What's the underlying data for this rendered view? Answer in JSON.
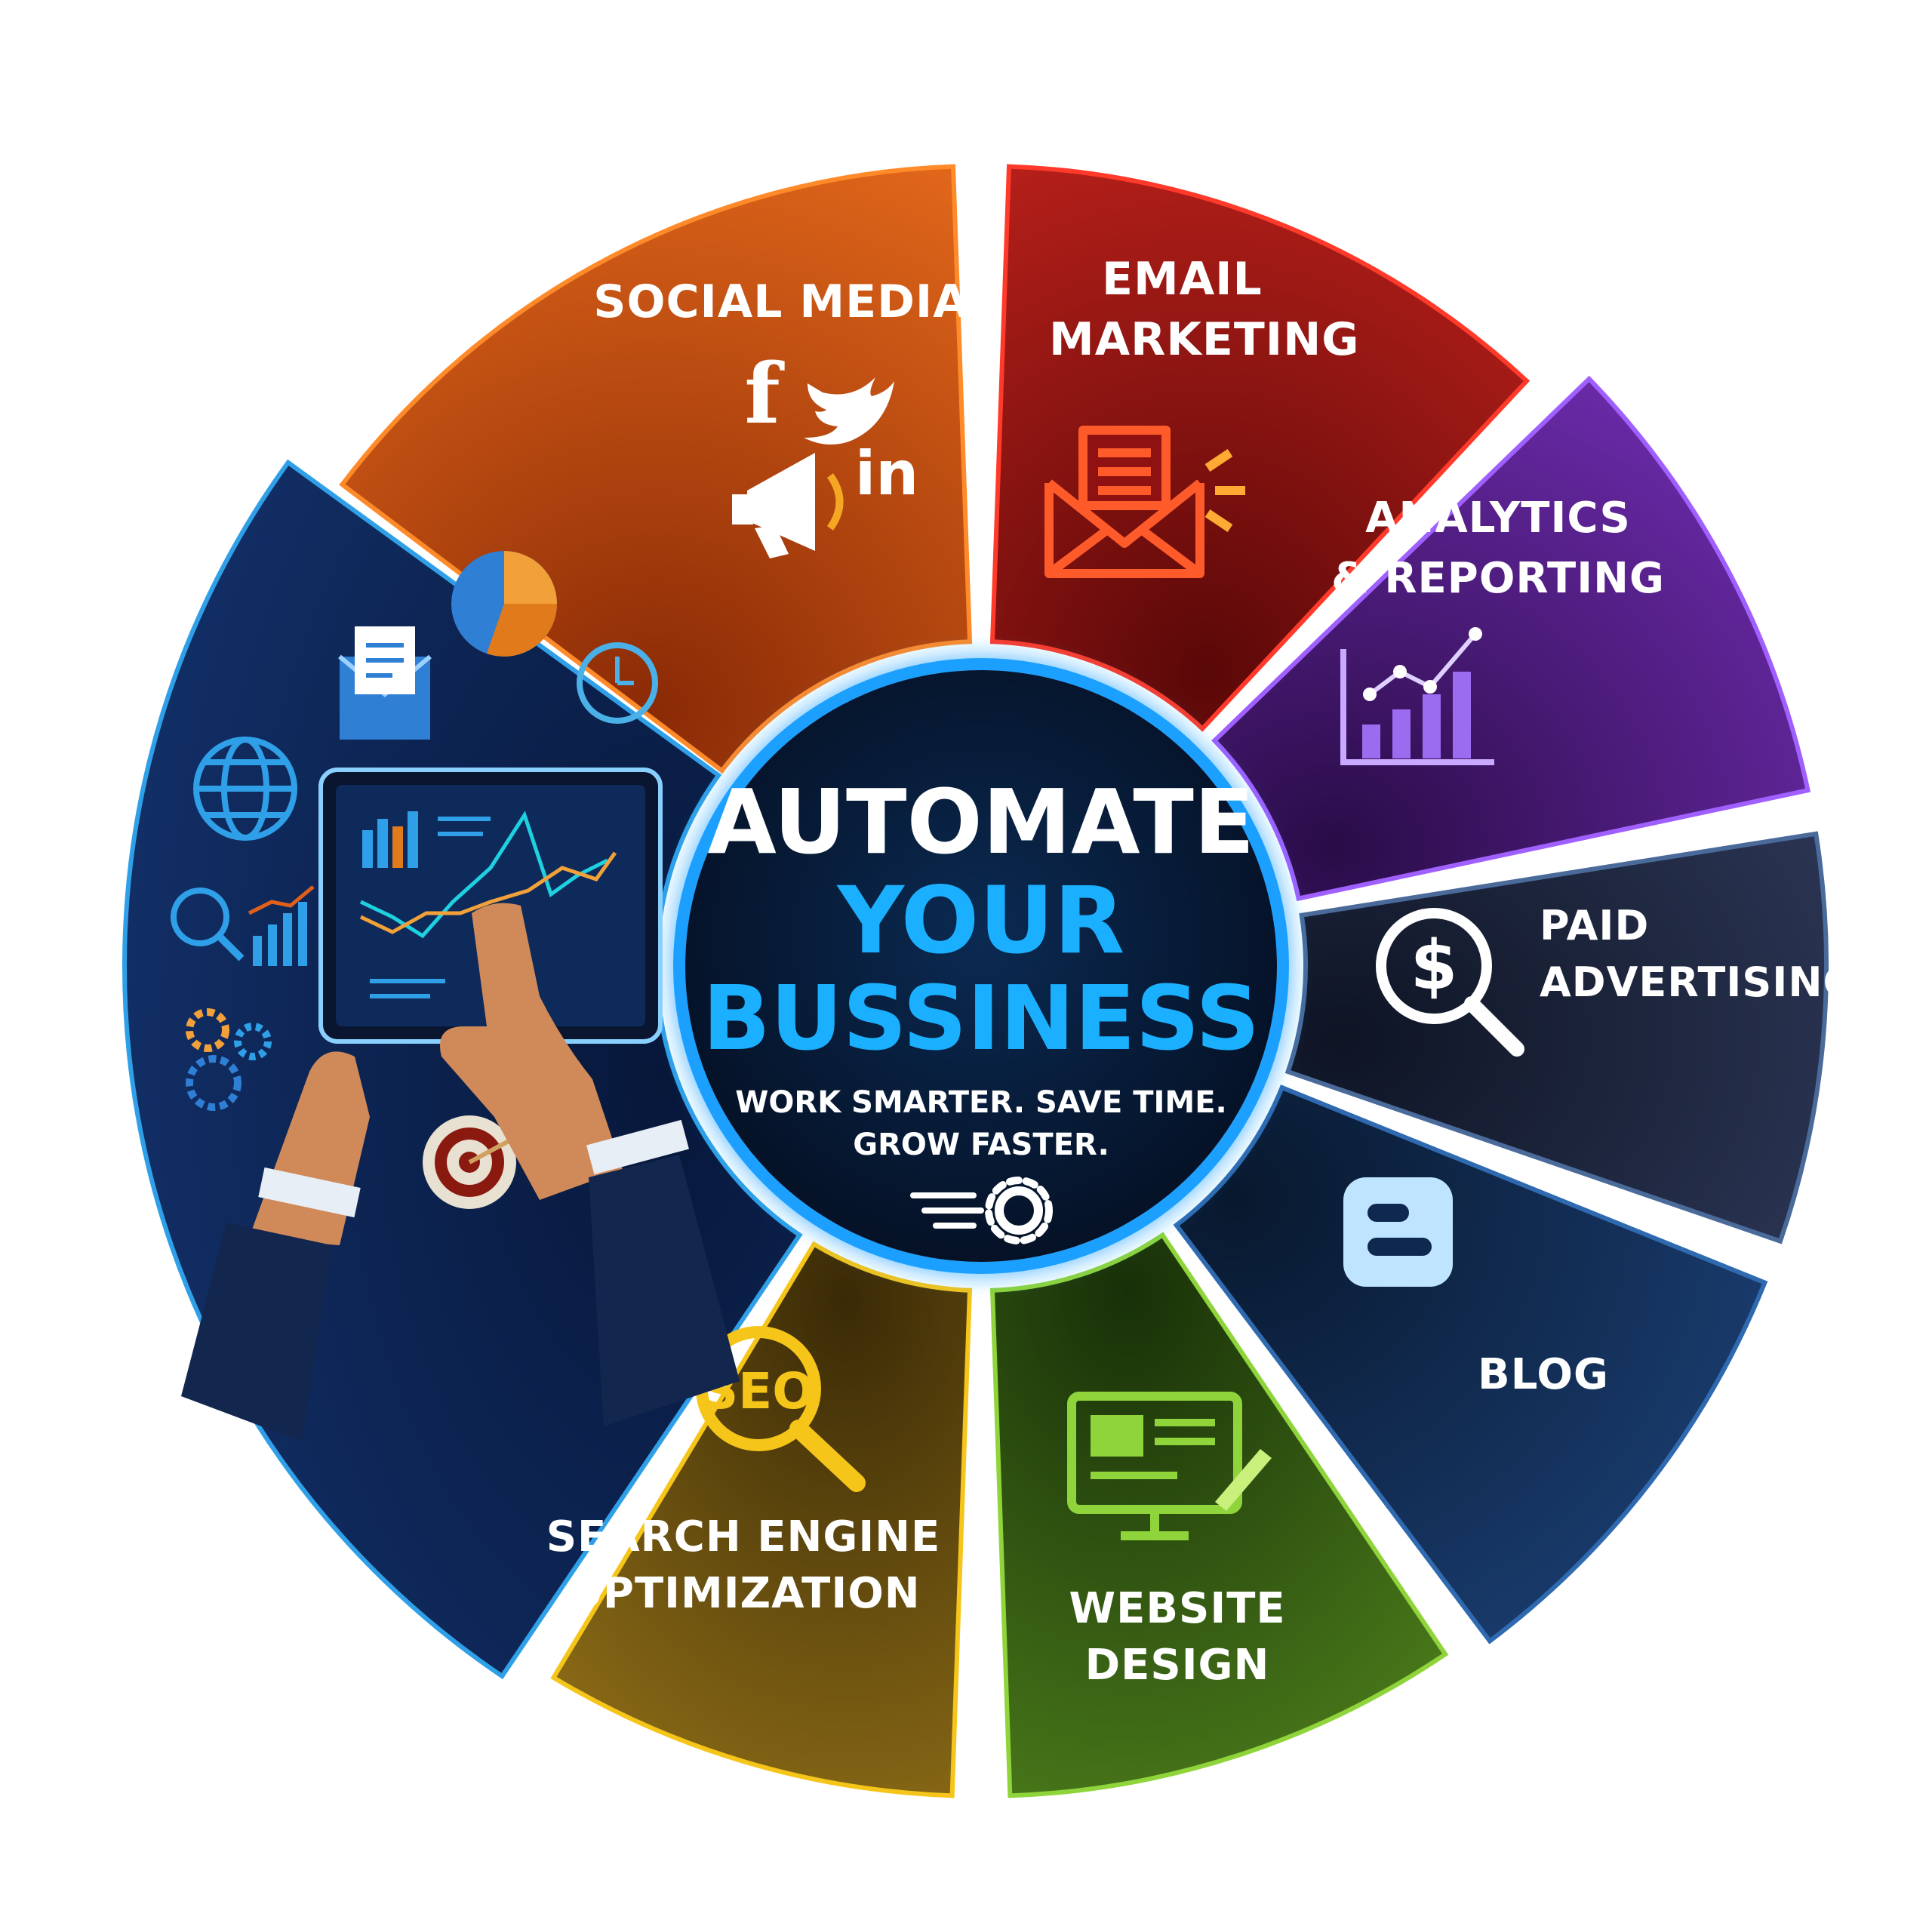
{
  "hub": {
    "line1": "AUTOMATE",
    "line2": "YOUR",
    "line3": "BUSSINESS",
    "tagline1": "WORK SMARTER. SAVE TIME.",
    "tagline2": "GROW FASTER."
  },
  "segments": {
    "social": {
      "line1": "SOCIAL MEDIA",
      "linkedin_text": "in",
      "color": "#c0450f"
    },
    "email": {
      "line1": "EMAIL",
      "line2": "MARKETING",
      "color": "#8f1111"
    },
    "analytics": {
      "line1": "ANALYTICS",
      "line2": "& REPORTING",
      "color": "#4a1a78"
    },
    "paid": {
      "line1": "PAID",
      "line2": "ADVERTISING",
      "dollar": "$",
      "color": "#1a2236"
    },
    "blog": {
      "line1": "BLOG",
      "color": "#0f2850"
    },
    "website": {
      "line1": "WEBSITE",
      "line2": "DESIGN",
      "color": "#2f5a10"
    },
    "seo": {
      "line1": "SEARCH ENGINE",
      "line2": "OPTIMIZATION",
      "badge": "SEO",
      "color": "#6b5410"
    },
    "tools": {
      "color": "#0d2450"
    }
  },
  "colors": {
    "hub_bg": "#061a36",
    "hub_glow": "#1ea0ff",
    "accent_blue": "#1ab0ff"
  }
}
